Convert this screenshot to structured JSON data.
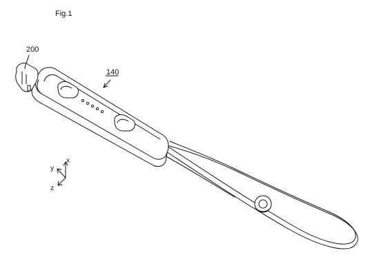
{
  "figure": {
    "title": "Fig.1",
    "reference_labels": {
      "cap": "200",
      "body": "140"
    },
    "axes": {
      "x": "x",
      "y": "y",
      "z": "z"
    },
    "line_color": "#111111",
    "background": "#ffffff"
  }
}
